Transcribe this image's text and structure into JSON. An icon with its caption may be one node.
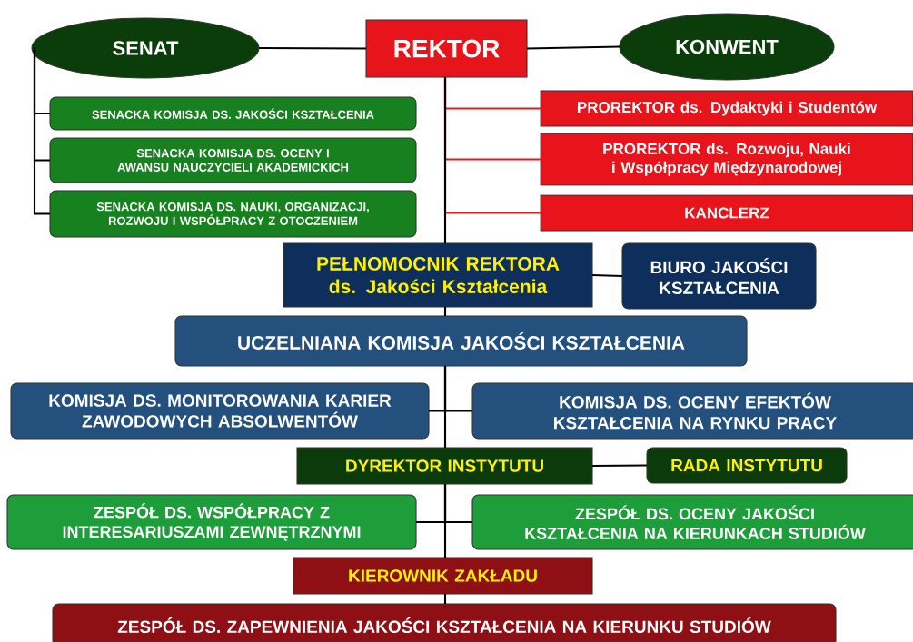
{
  "diagram": {
    "nodes": [
      {
        "text": [
          "REKTOR"
        ]
      },
      {
        "text": [
          "SENAT"
        ]
      },
      {
        "text": [
          "KONWENT"
        ]
      },
      {
        "text": [
          "SENACKA KOMISJA DS. JAKOŚCI KSZTAŁCENIA"
        ]
      },
      {
        "text": [
          "SENACKA KOMISJA DS. OCENY I AWANSU NAUCZYCIELI AKADEMICKICH"
        ]
      },
      {
        "text": [
          "SENACKA KOMISJA DS. NAUKI, ORGANIZACJI, ROZWOJU I WSPÓŁPRACY Z OTOCZENIEM"
        ]
      },
      {
        "text": [
          "PROREKTOR ds. Dydaktyki i Studentów"
        ]
      },
      {
        "text": [
          "PROREKTOR ds. Rozwoju, Nauki i Współpracy Międzynarodowej"
        ]
      },
      {
        "text": [
          "KANCLERZ"
        ]
      },
      {
        "text": [
          "PEŁNOMOCNIK REKTORA ds. Jakości Kształcenia"
        ]
      },
      {
        "text": [
          "BIURO JAKOŚCI KSZTAŁCENIA"
        ]
      },
      {
        "text": [
          "UCZELNIANA KOMISJA JAKOŚCI KSZTAŁCENIA"
        ]
      },
      {
        "text": [
          "KOMISJA DS. MONITOROWANIA KARIER ZAWODOWYCH ABSOLWENTÓW"
        ]
      },
      {
        "text": [
          "KOMISJA DS. OCENY EFEKTÓW KSZTAŁCENIA NA RYNKU PRACY"
        ]
      },
      {
        "text": [
          "DYREKTOR INSTYTUTU"
        ]
      },
      {
        "text": [
          "RADA INSTYTUTU"
        ]
      },
      {
        "text": [
          "ZESPÓŁ DS. WSPÓŁPRACY Z INTERESARIUSZAMI ZEWNĘTRZNYMI"
        ]
      },
      {
        "text": [
          "ZESPÓŁ DS. OCENY JAKOŚCI KSZTAŁCENIA NA KIERUNKACH STUDIÓW"
        ]
      },
      {
        "text": [
          "KIEROWNIK ZAKŁADU"
        ]
      },
      {
        "text": [
          "ZESPÓŁ DS. ZAPEWNIENIA JAKOŚCI KSZTAŁCENIA NA KIERUNKU STUDIÓW"
        ]
      }
    ],
    "edges": [
      {
        "from": 0,
        "to": 1,
        "arrow": "none"
      },
      {
        "from": 0,
        "to": 2,
        "arrow": "none"
      },
      {
        "from": 1,
        "to": 3,
        "arrow": "none"
      },
      {
        "from": 1,
        "to": 4,
        "arrow": "none"
      },
      {
        "from": 1,
        "to": 5,
        "arrow": "none"
      },
      {
        "from": 0,
        "to": 6,
        "arrow": "none",
        "color": "#e31b23"
      },
      {
        "from": 0,
        "to": 7,
        "arrow": "none",
        "color": "#e31b23"
      },
      {
        "from": 0,
        "to": 8,
        "arrow": "none",
        "color": "#e31b23"
      },
      {
        "from": 0,
        "to": 9,
        "arrow": "none"
      },
      {
        "from": 9,
        "to": 10,
        "arrow": "none"
      },
      {
        "from": 9,
        "to": 11,
        "arrow": "none"
      },
      {
        "from": 11,
        "to": 12,
        "arrow": "none"
      },
      {
        "from": 11,
        "to": 13,
        "arrow": "none"
      },
      {
        "from": 11,
        "to": 14,
        "arrow": "none"
      },
      {
        "from": 14,
        "to": 15,
        "arrow": "none"
      },
      {
        "from": 14,
        "to": 16,
        "arrow": "none"
      },
      {
        "from": 14,
        "to": 17,
        "arrow": "none"
      },
      {
        "from": 14,
        "to": 18,
        "arrow": "none"
      },
      {
        "from": 18,
        "to": 19,
        "arrow": "none"
      }
    ]
  }
}
